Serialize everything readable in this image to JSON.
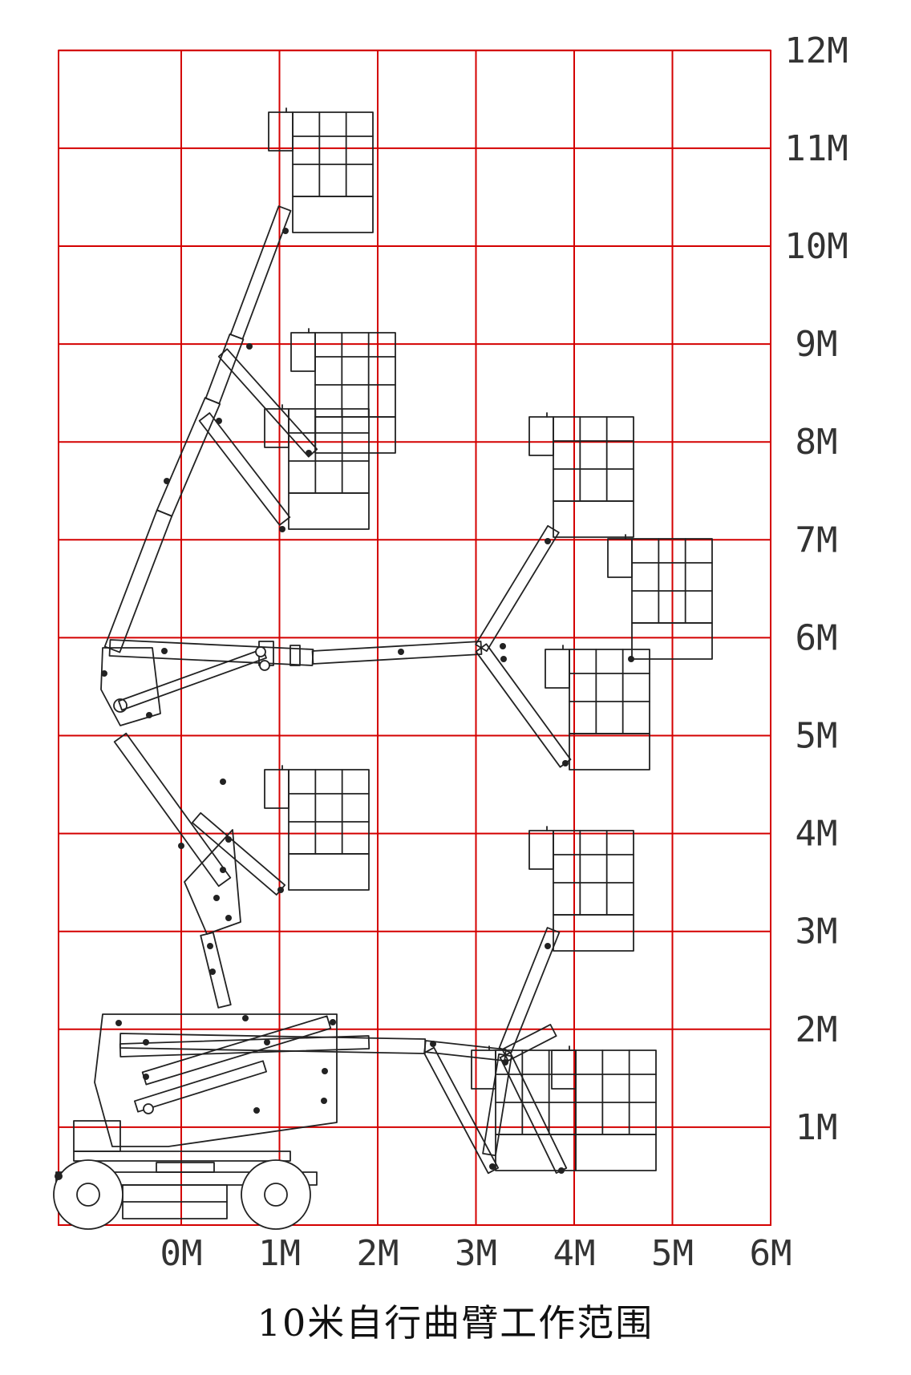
{
  "chart_data": {
    "type": "diagram",
    "title": "10米自行曲臂工作范围",
    "x_ticks": [
      "0M",
      "1M",
      "2M",
      "3M",
      "4M",
      "5M",
      "6M"
    ],
    "y_ticks": [
      "1M",
      "2M",
      "3M",
      "4M",
      "5M",
      "6M",
      "7M",
      "8M",
      "9M",
      "10M",
      "11M",
      "12M"
    ],
    "xlim": [
      -1.25,
      6
    ],
    "ylim": [
      0,
      12
    ],
    "grid": true,
    "colors": {
      "grid": "#d40000",
      "drawing": "#222222",
      "text": "#333333"
    }
  }
}
